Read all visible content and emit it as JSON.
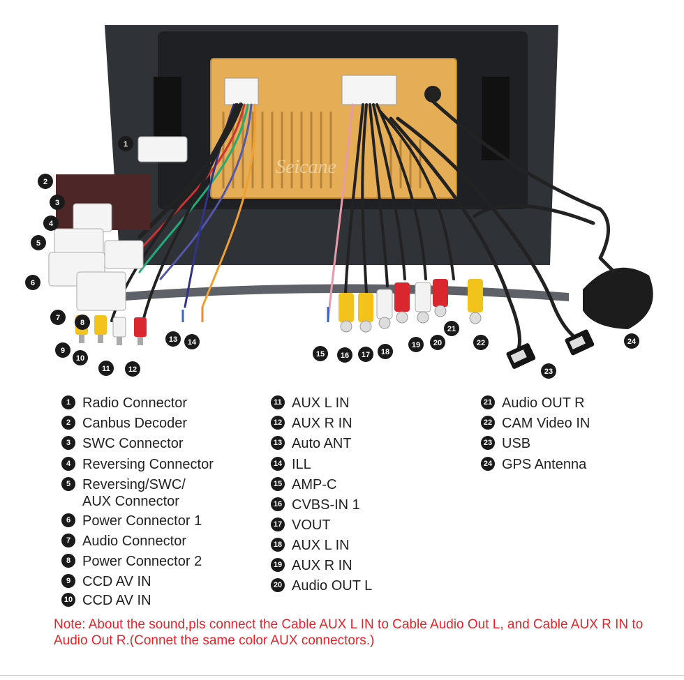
{
  "watermark": "Seicane",
  "labels": [
    {
      "n": "1",
      "text": "Radio Connector"
    },
    {
      "n": "2",
      "text": "Canbus Decoder"
    },
    {
      "n": "3",
      "text": "SWC Connector"
    },
    {
      "n": "4",
      "text": "Reversing Connector"
    },
    {
      "n": "5",
      "text": "Reversing/SWC/\nAUX Connector"
    },
    {
      "n": "6",
      "text": "Power Connector 1"
    },
    {
      "n": "7",
      "text": "Audio Connector"
    },
    {
      "n": "8",
      "text": "Power Connector 2"
    },
    {
      "n": "9",
      "text": "CCD AV IN"
    },
    {
      "n": "10",
      "text": "CCD AV IN"
    },
    {
      "n": "11",
      "text": "AUX L IN"
    },
    {
      "n": "12",
      "text": "AUX R IN"
    },
    {
      "n": "13",
      "text": "Auto ANT"
    },
    {
      "n": "14",
      "text": "ILL"
    },
    {
      "n": "15",
      "text": "AMP-C"
    },
    {
      "n": "16",
      "text": "CVBS-IN 1"
    },
    {
      "n": "17",
      "text": "VOUT"
    },
    {
      "n": "18",
      "text": "AUX L IN"
    },
    {
      "n": "19",
      "text": "AUX R IN"
    },
    {
      "n": "20",
      "text": "Audio OUT L"
    },
    {
      "n": "21",
      "text": "Audio OUT R"
    },
    {
      "n": "22",
      "text": "CAM Video IN"
    },
    {
      "n": "23",
      "text": "USB"
    },
    {
      "n": "24",
      "text": "GPS Antenna"
    }
  ],
  "note": "Note: About the sound,pls connect the Cable AUX L IN to Cable Audio Out L, and Cable AUX R IN to  Audio Out R.(Connet the same color AUX connectors.)",
  "colors": {
    "badge": "#1a1a1a",
    "note": "#e8212a",
    "board": "#e9b35a",
    "chassis": "#3a3d42",
    "rca_red": "#d9262f",
    "rca_yellow": "#f2c21d",
    "rca_white": "#f2f2f2"
  },
  "icons": [
    "rca-plug-icon",
    "usb-plug-icon",
    "gps-antenna-icon",
    "connector-block-icon"
  ]
}
